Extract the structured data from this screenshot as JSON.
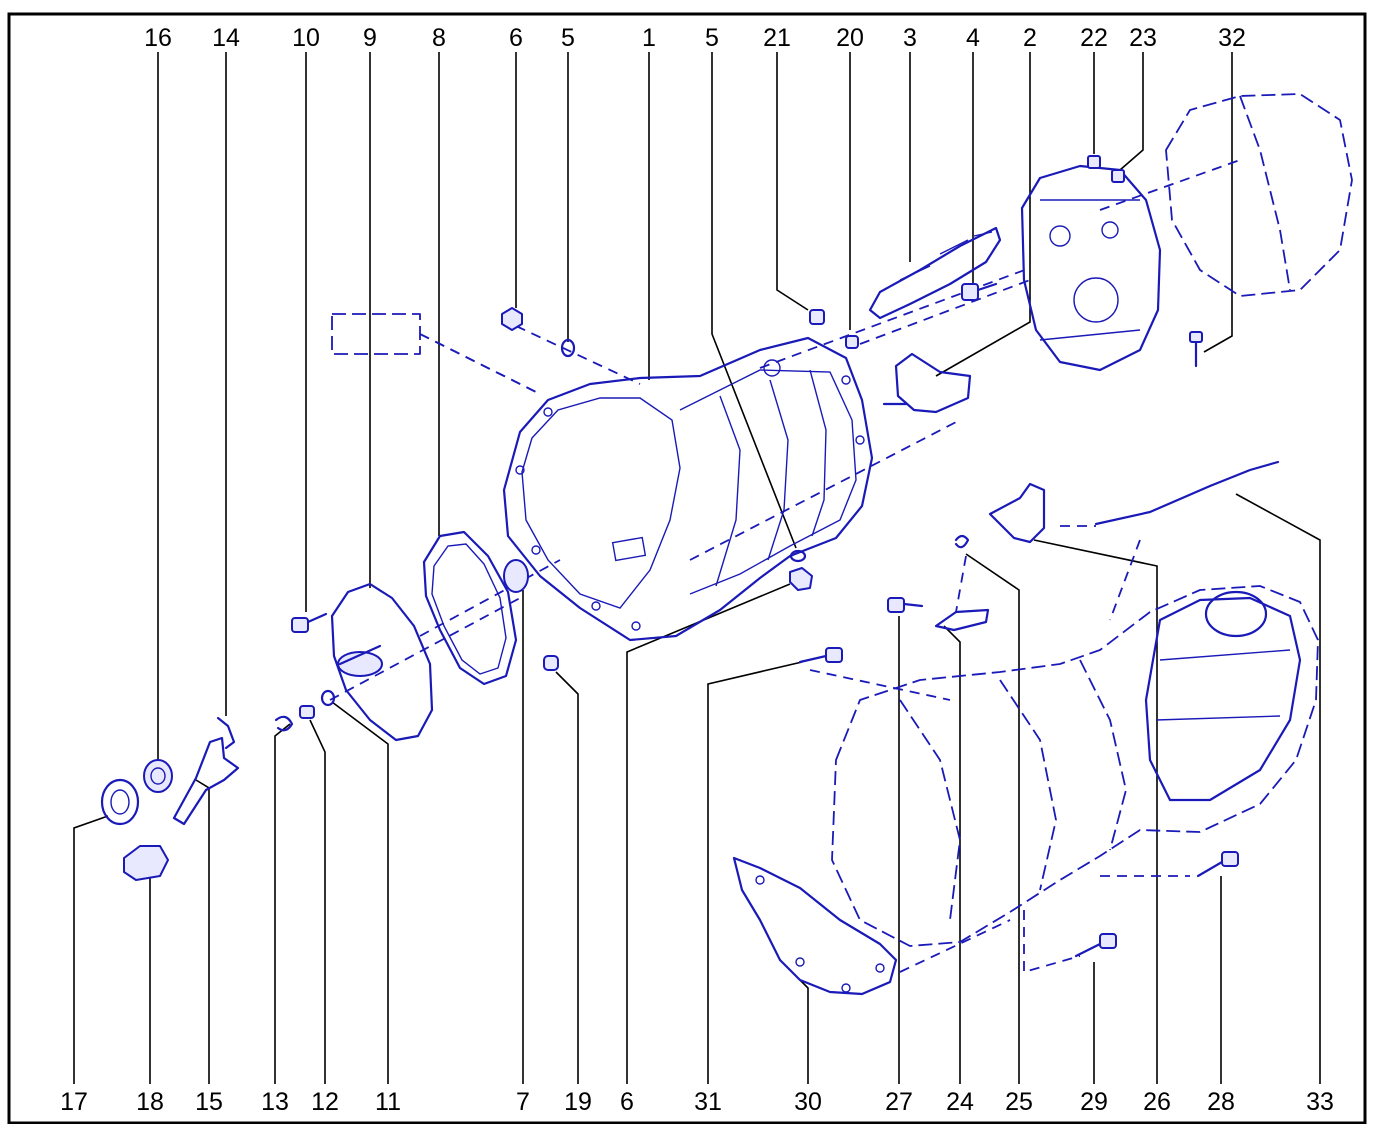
{
  "diagram": {
    "border_color": "#000000",
    "part_color": "#1a1ab8",
    "top_callouts": [
      "16",
      "14",
      "10",
      "9",
      "8",
      "6",
      "5",
      "1",
      "5",
      "21",
      "20",
      "3",
      "4",
      "2",
      "22",
      "23",
      "32"
    ],
    "bottom_callouts": [
      "17",
      "18",
      "15",
      "13",
      "12",
      "11",
      "7",
      "19",
      "6",
      "31",
      "30",
      "27",
      "24",
      "25",
      "29",
      "26",
      "28",
      "33"
    ]
  }
}
